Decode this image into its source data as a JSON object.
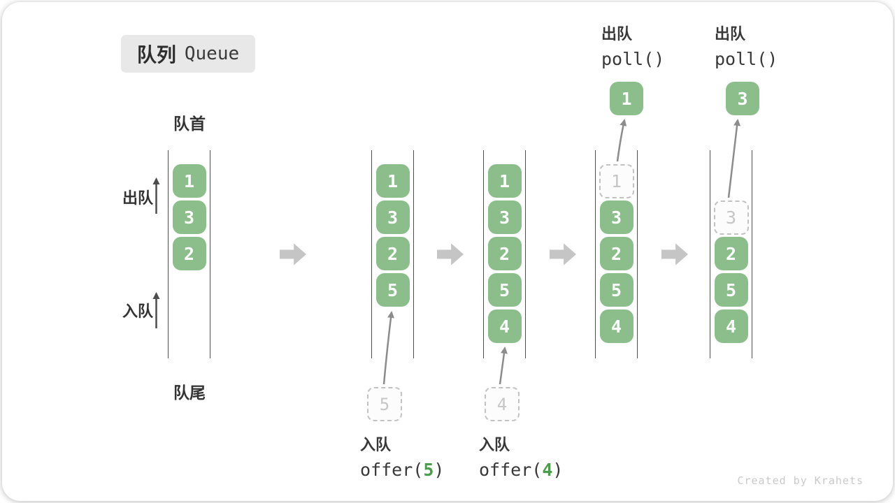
{
  "title": {
    "zh": "队列",
    "en": "Queue"
  },
  "labels": {
    "front": "队首",
    "rear": "队尾",
    "dequeue_side": "出队",
    "enqueue_side": "入队"
  },
  "queue_states": [
    {
      "boxes": [
        "1",
        "3",
        "2"
      ]
    },
    {
      "boxes": [
        "1",
        "3",
        "2",
        "5"
      ]
    },
    {
      "boxes": [
        "1",
        "3",
        "2",
        "5",
        "4"
      ]
    },
    {
      "ghost": "1",
      "boxes": [
        "3",
        "2",
        "5",
        "4"
      ]
    },
    {
      "ghost": "3",
      "boxes": [
        "2",
        "5",
        "4"
      ]
    }
  ],
  "enqueue_ops": [
    {
      "label": "入队",
      "fn_open": "offer(",
      "arg": "5",
      "fn_close": ")",
      "staged": "5"
    },
    {
      "label": "入队",
      "fn_open": "offer(",
      "arg": "4",
      "fn_close": ")",
      "staged": "4"
    }
  ],
  "dequeue_ops": [
    {
      "label": "出队",
      "fn": "poll()",
      "popped": "1"
    },
    {
      "label": "出队",
      "fn": "poll()",
      "popped": "3"
    }
  ],
  "watermark": "Created by Krahets",
  "colors": {
    "box_green": "#8cbe8c",
    "code_arg_green": "#4a9d4a",
    "ghost_gray": "#c6c6c6",
    "curve_arrow_gray": "#8c8c8c",
    "flow_arrow_gray": "#c5c5c5",
    "badge_gray": "#e8e8e8",
    "text_dark": "#3a3a3a"
  }
}
